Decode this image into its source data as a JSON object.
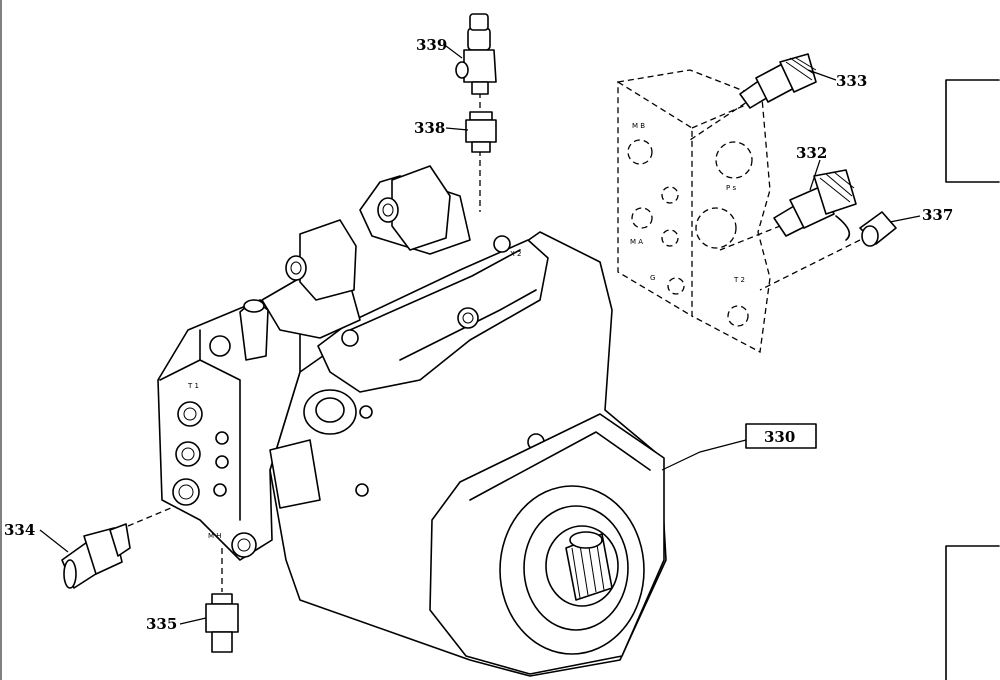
{
  "callouts": {
    "c330": "330",
    "c332": "332",
    "c333": "333",
    "c334": "334",
    "c335": "335",
    "c337": "337",
    "c338": "338",
    "c339": "339"
  },
  "port_labels": {
    "mb": "M B",
    "ps": "P s",
    "ma": "M A",
    "g": "G",
    "t2": "T 2",
    "t1": "T 1",
    "mh": "M H",
    "x2": "X 2"
  }
}
